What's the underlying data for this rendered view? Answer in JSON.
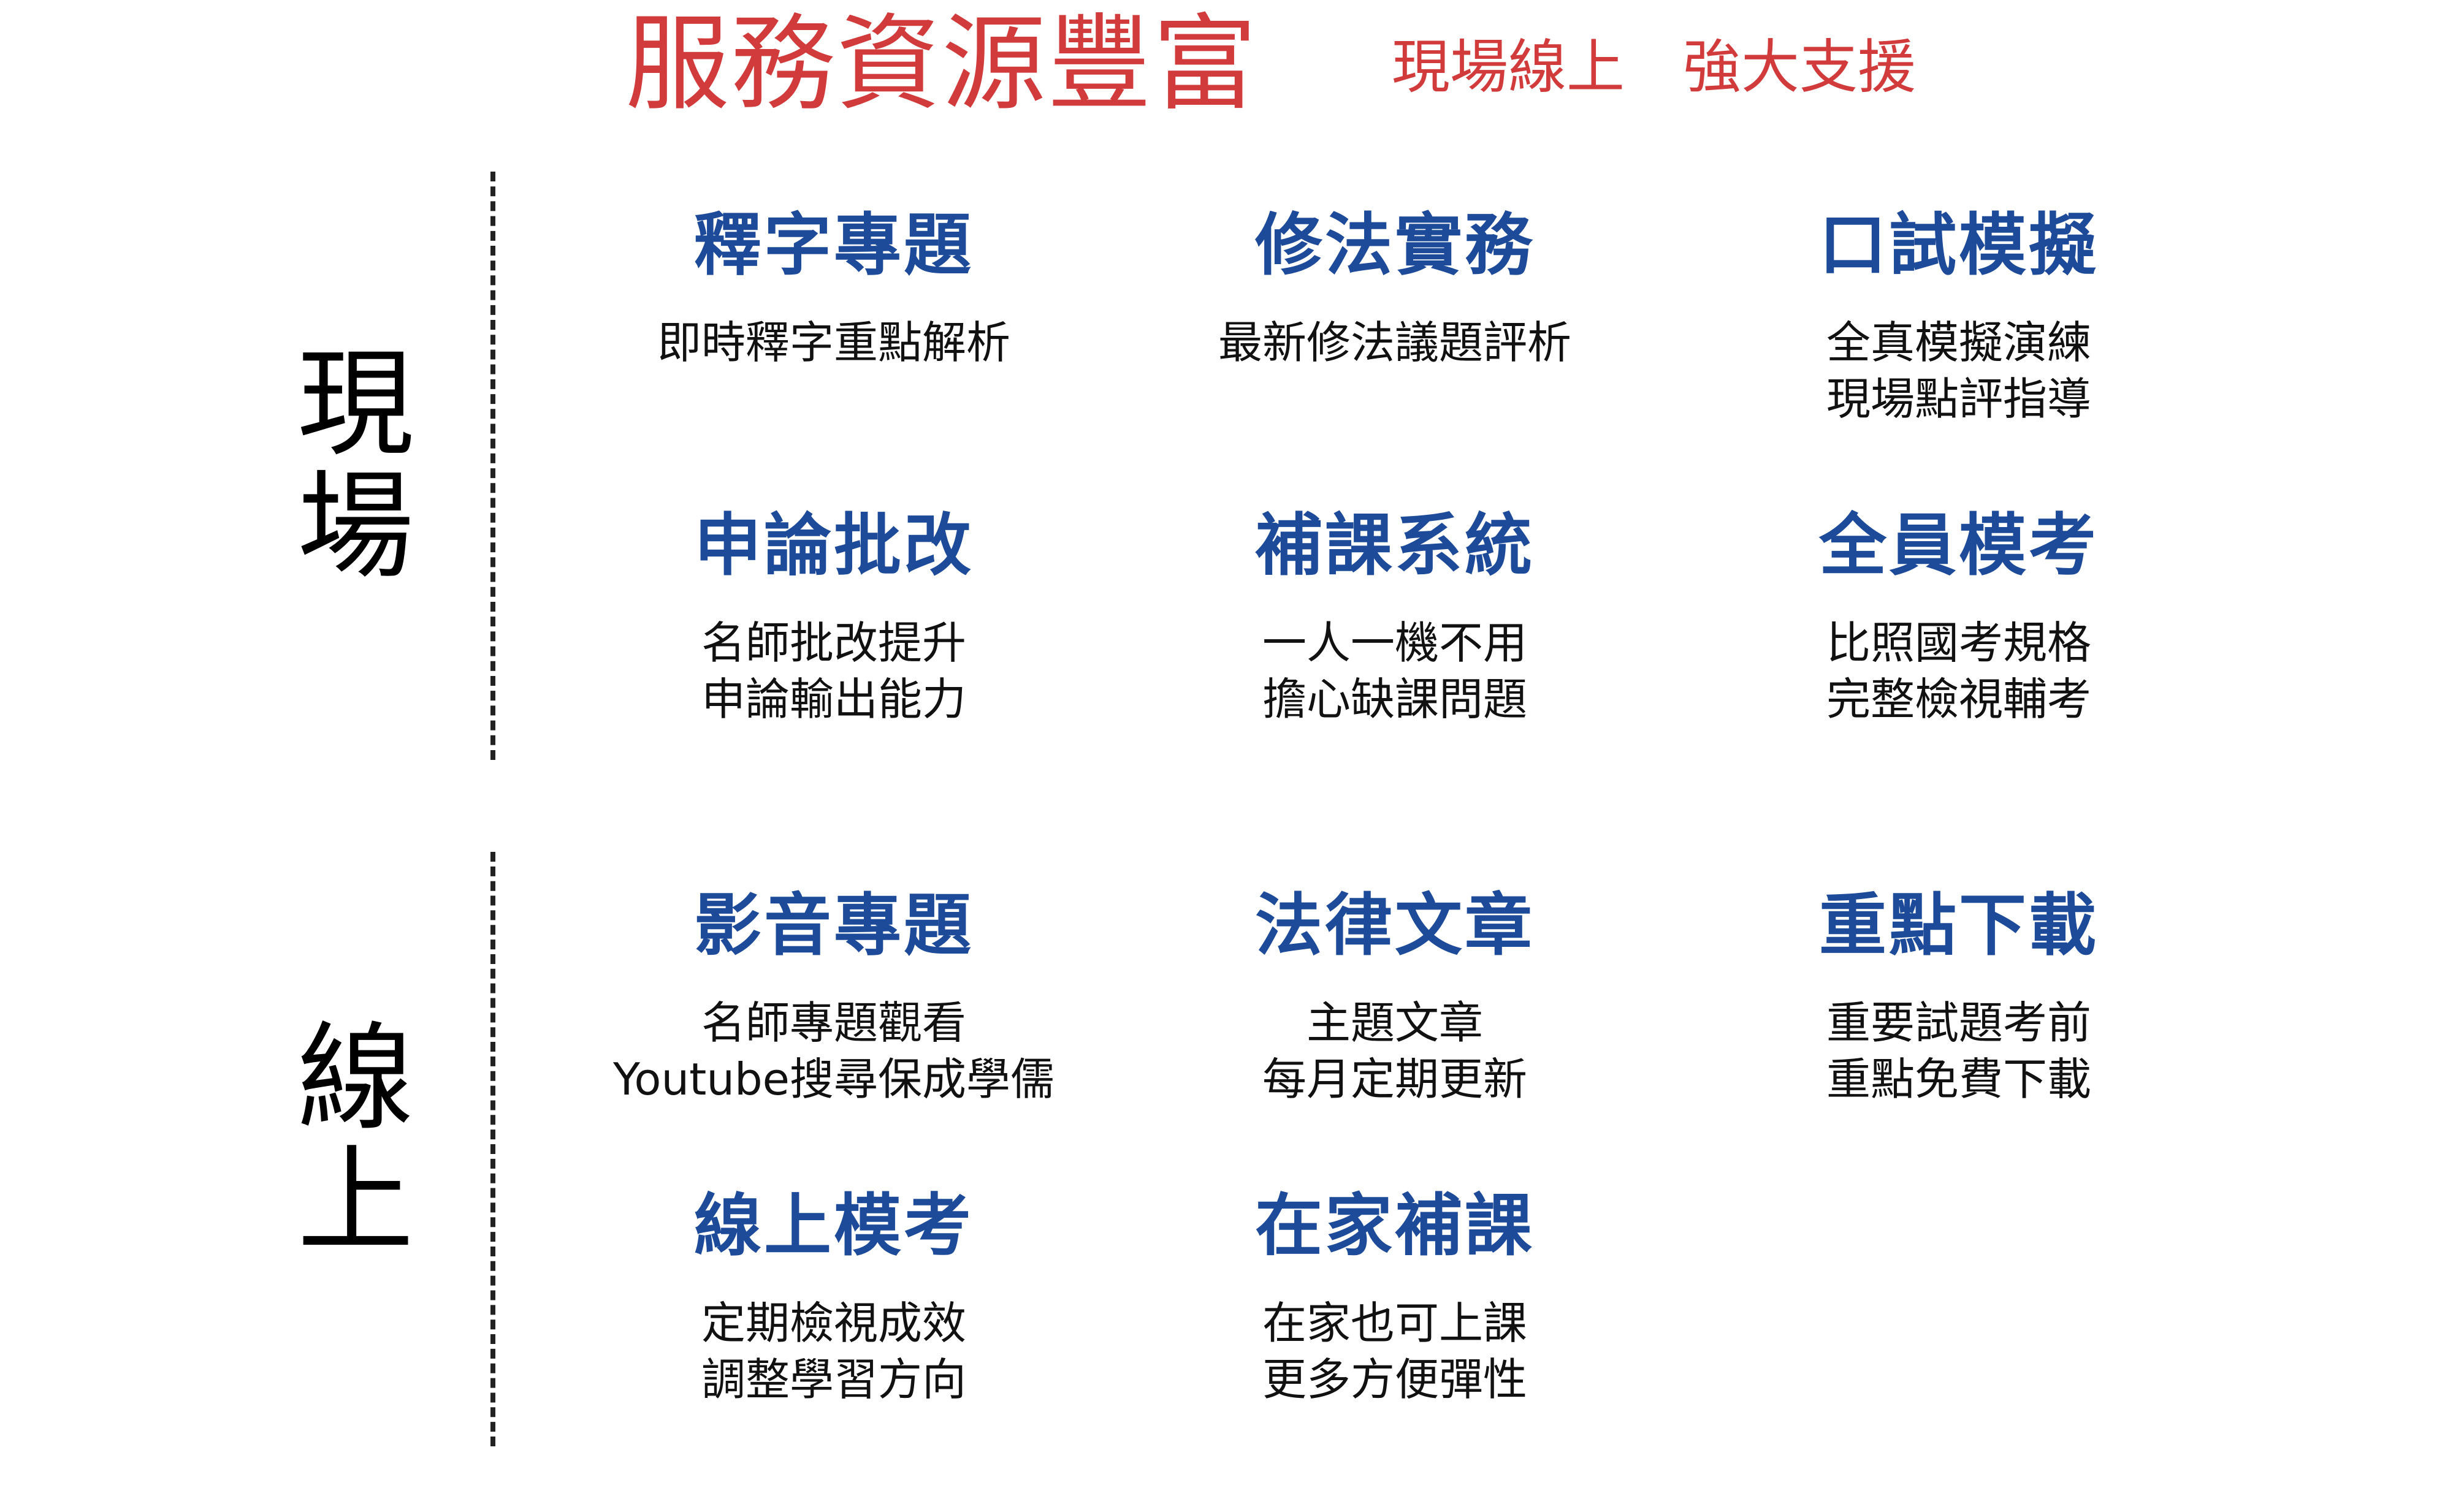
{
  "header": {
    "title": "服務資源豐富",
    "subtitle": "現場線上　強大支援"
  },
  "sections": {
    "onsite": {
      "label_1": "現",
      "label_2": "場",
      "items": [
        {
          "title": "釋字專題",
          "line1": "即時釋字重點解析",
          "line2": ""
        },
        {
          "title": "修法實務",
          "line1": "最新修法議題評析",
          "line2": ""
        },
        {
          "title": "口試模擬",
          "line1": "全真模擬演練",
          "line2": "現場點評指導"
        },
        {
          "title": "申論批改",
          "line1": "名師批改提升",
          "line2": "申論輸出能力"
        },
        {
          "title": "補課系統",
          "line1": "一人一機不用",
          "line2": "擔心缺課問題"
        },
        {
          "title": "全員模考",
          "line1": "比照國考規格",
          "line2": "完整檢視輔考"
        }
      ]
    },
    "online": {
      "label_1": "線",
      "label_2": "上",
      "items": [
        {
          "title": "影音專題",
          "line1": "名師專題觀看",
          "line2": "Youtube搜尋保成學儒"
        },
        {
          "title": "法律文章",
          "line1": "主題文章",
          "line2": "每月定期更新"
        },
        {
          "title": "重點下載",
          "line1": "重要試題考前",
          "line2": "重點免費下載"
        },
        {
          "title": "線上模考",
          "line1": "定期檢視成效",
          "line2": "調整學習方向"
        },
        {
          "title": "在家補課",
          "line1": "在家也可上課",
          "line2": "更多方便彈性"
        }
      ]
    }
  }
}
